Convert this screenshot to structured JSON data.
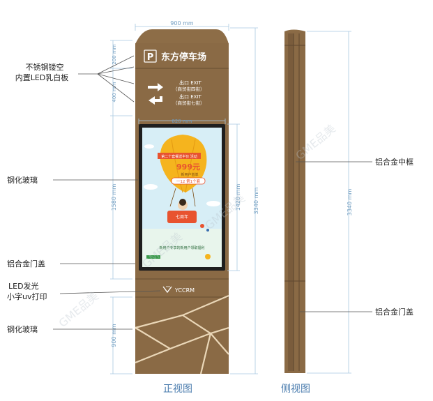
{
  "front_view": {
    "caption": "正视图",
    "parking_sign": {
      "p_letter": "P",
      "name": "东方停车场"
    },
    "exit_1": {
      "label": "出口 EXIT",
      "street": "（商贸街四街）"
    },
    "exit_2": {
      "label": "出口 EXIT",
      "street": "（商贸街七街）"
    },
    "brand_logo": "YCCRM",
    "screen": {
      "price": "999元",
      "promo_top": "第二个套餐送半价 活动",
      "promo_sub": "新用户首单",
      "promo_band": "一12 第1个套",
      "balloon_tag": "七周年",
      "bottom_text": "新用户专享的新用户领取福利"
    }
  },
  "side_view": {
    "caption": "侧视图"
  },
  "dimensions": {
    "width_total": "900 mm",
    "width_screen": "820 mm",
    "h_200": "200 mm",
    "h_400": "400 mm",
    "h_1580": "1580 mm",
    "h_1420": "1420 mm",
    "h_900": "900 mm",
    "h_3340_front": "3340 mm",
    "h_3340_side": "3340 mm"
  },
  "callouts": {
    "stainless_line1": "不锈钢镂空",
    "stainless_line2": "内置LED乳白板",
    "tempered_glass_1": "钢化玻璃",
    "alu_door_cover_left": "铝合金门盖",
    "led_line1": "LED发光",
    "led_line2": "小字uv打印",
    "tempered_glass_2": "钢化玻璃",
    "alu_middle_frame": "铝合金中框",
    "alu_door_cover_right": "铝合金门盖"
  },
  "watermark": "GME品美",
  "colors": {
    "bronze": "#8a6a45",
    "bronze_dark": "#6e5436",
    "dim_line": "#a9c8e0",
    "screen_bezel": "#222222"
  }
}
